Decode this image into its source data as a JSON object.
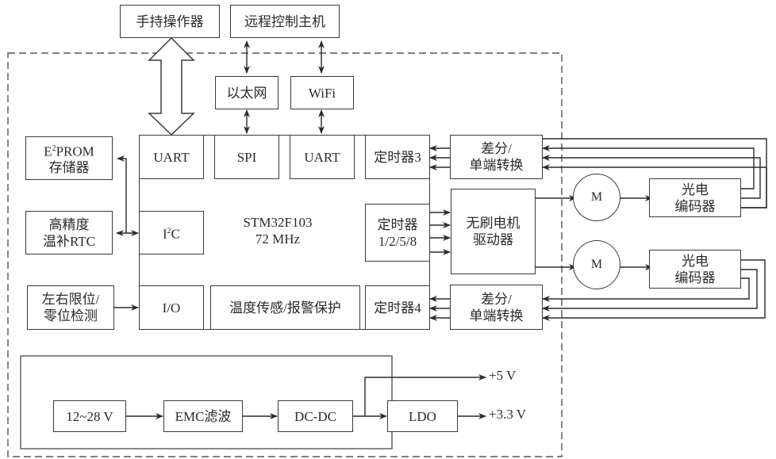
{
  "external": {
    "handheld": "手持操作器",
    "remote_host": "远程控制主机",
    "ethernet": "以太网",
    "wifi": "WiFi"
  },
  "mcu": {
    "name": "STM32F103",
    "freq": "72  MHz",
    "uart1": "UART",
    "spi": "SPI",
    "uart2": "UART",
    "timer3": "定时器3",
    "i2c_base": "I",
    "i2c_sup": "2",
    "i2c_tail": "C",
    "timers": "定时器",
    "timers_ids": "1/2/5/8",
    "io": "I/O",
    "temp": "温度传感/报警保护",
    "timer4": "定时器4"
  },
  "left": {
    "eeprom_l1_base": "E",
    "eeprom_l1_sup": "2",
    "eeprom_l1_tail": "PROM",
    "eeprom_l2": "存储器",
    "rtc_l1": "高精度",
    "rtc_l2": "温补RTC",
    "limit_l1": "左右限位/",
    "limit_l2": "零位检测"
  },
  "right": {
    "diff1_l1": "差分/",
    "diff1_l2": "单端转换",
    "driver_l1": "无刷电机",
    "driver_l2": "驱动器",
    "diff2_l1": "差分/",
    "diff2_l2": "单端转换",
    "motor1": "M",
    "motor2": "M",
    "enc1_l1": "光电",
    "enc1_l2": "编码器",
    "enc2_l1": "光电",
    "enc2_l2": "编码器"
  },
  "power": {
    "input": "12~28  V",
    "emc": "EMC滤波",
    "dcdc": "DC-DC",
    "ldo": "LDO",
    "out5": "+5  V",
    "out33": "+3.3  V"
  }
}
